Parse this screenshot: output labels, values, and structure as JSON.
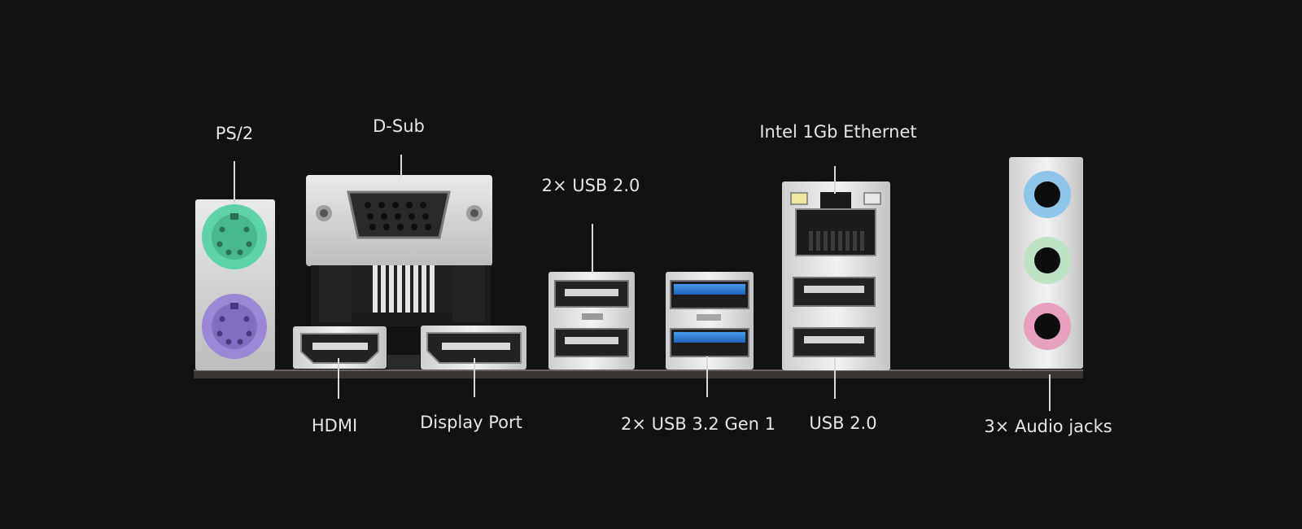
{
  "labels": {
    "ps2": "PS/2",
    "dsub": "D-Sub",
    "usb2_pair": "2× USB 2.0",
    "ethernet": "Intel 1Gb Ethernet",
    "hdmi": "HDMI",
    "displayport": "Display Port",
    "usb32": "2× USB 3.2 Gen 1",
    "usb2_single": "USB 2.0",
    "audio": "3× Audio jacks"
  },
  "colors": {
    "background": "#121212",
    "ps2_mouse": "#5fd3a8",
    "ps2_keyboard": "#9a88d6",
    "usb3_blue": "#2f7fd6",
    "audio_line_in": "#8ec6ea",
    "audio_line_out": "#bfe2c4",
    "audio_mic": "#e7a0bd"
  }
}
